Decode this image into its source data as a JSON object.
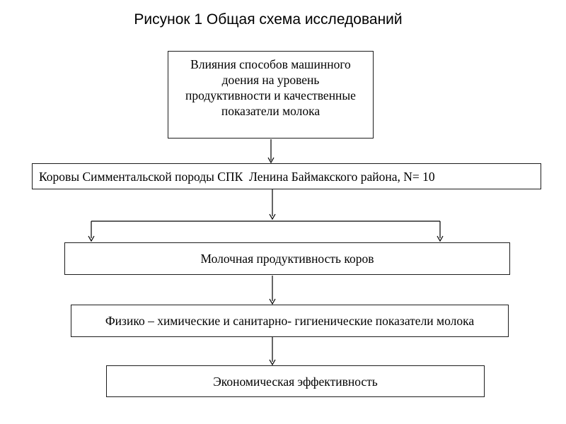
{
  "title": "Рисунок 1 Общая схема исследований",
  "diagram": {
    "background": "#ffffff",
    "line_color": "#000000",
    "border_color": "#1c1c1c",
    "boxes": [
      {
        "id": "research-topic",
        "text": "Влияния способов машинного\nдоения на уровень\nпродуктивности и качественные\nпоказатели молока"
      },
      {
        "id": "herd",
        "text": "Коровы Симментальской породы СПК  Ленина Баймакского района, N= 10"
      },
      {
        "id": "milk-productivity",
        "text": "Молочная продуктивность коров"
      },
      {
        "id": "milk-quality",
        "text": "Физико – химические и санитарно- гигиенические показатели молока"
      },
      {
        "id": "economic-efficiency",
        "text": "Экономическая эффективность"
      }
    ]
  }
}
